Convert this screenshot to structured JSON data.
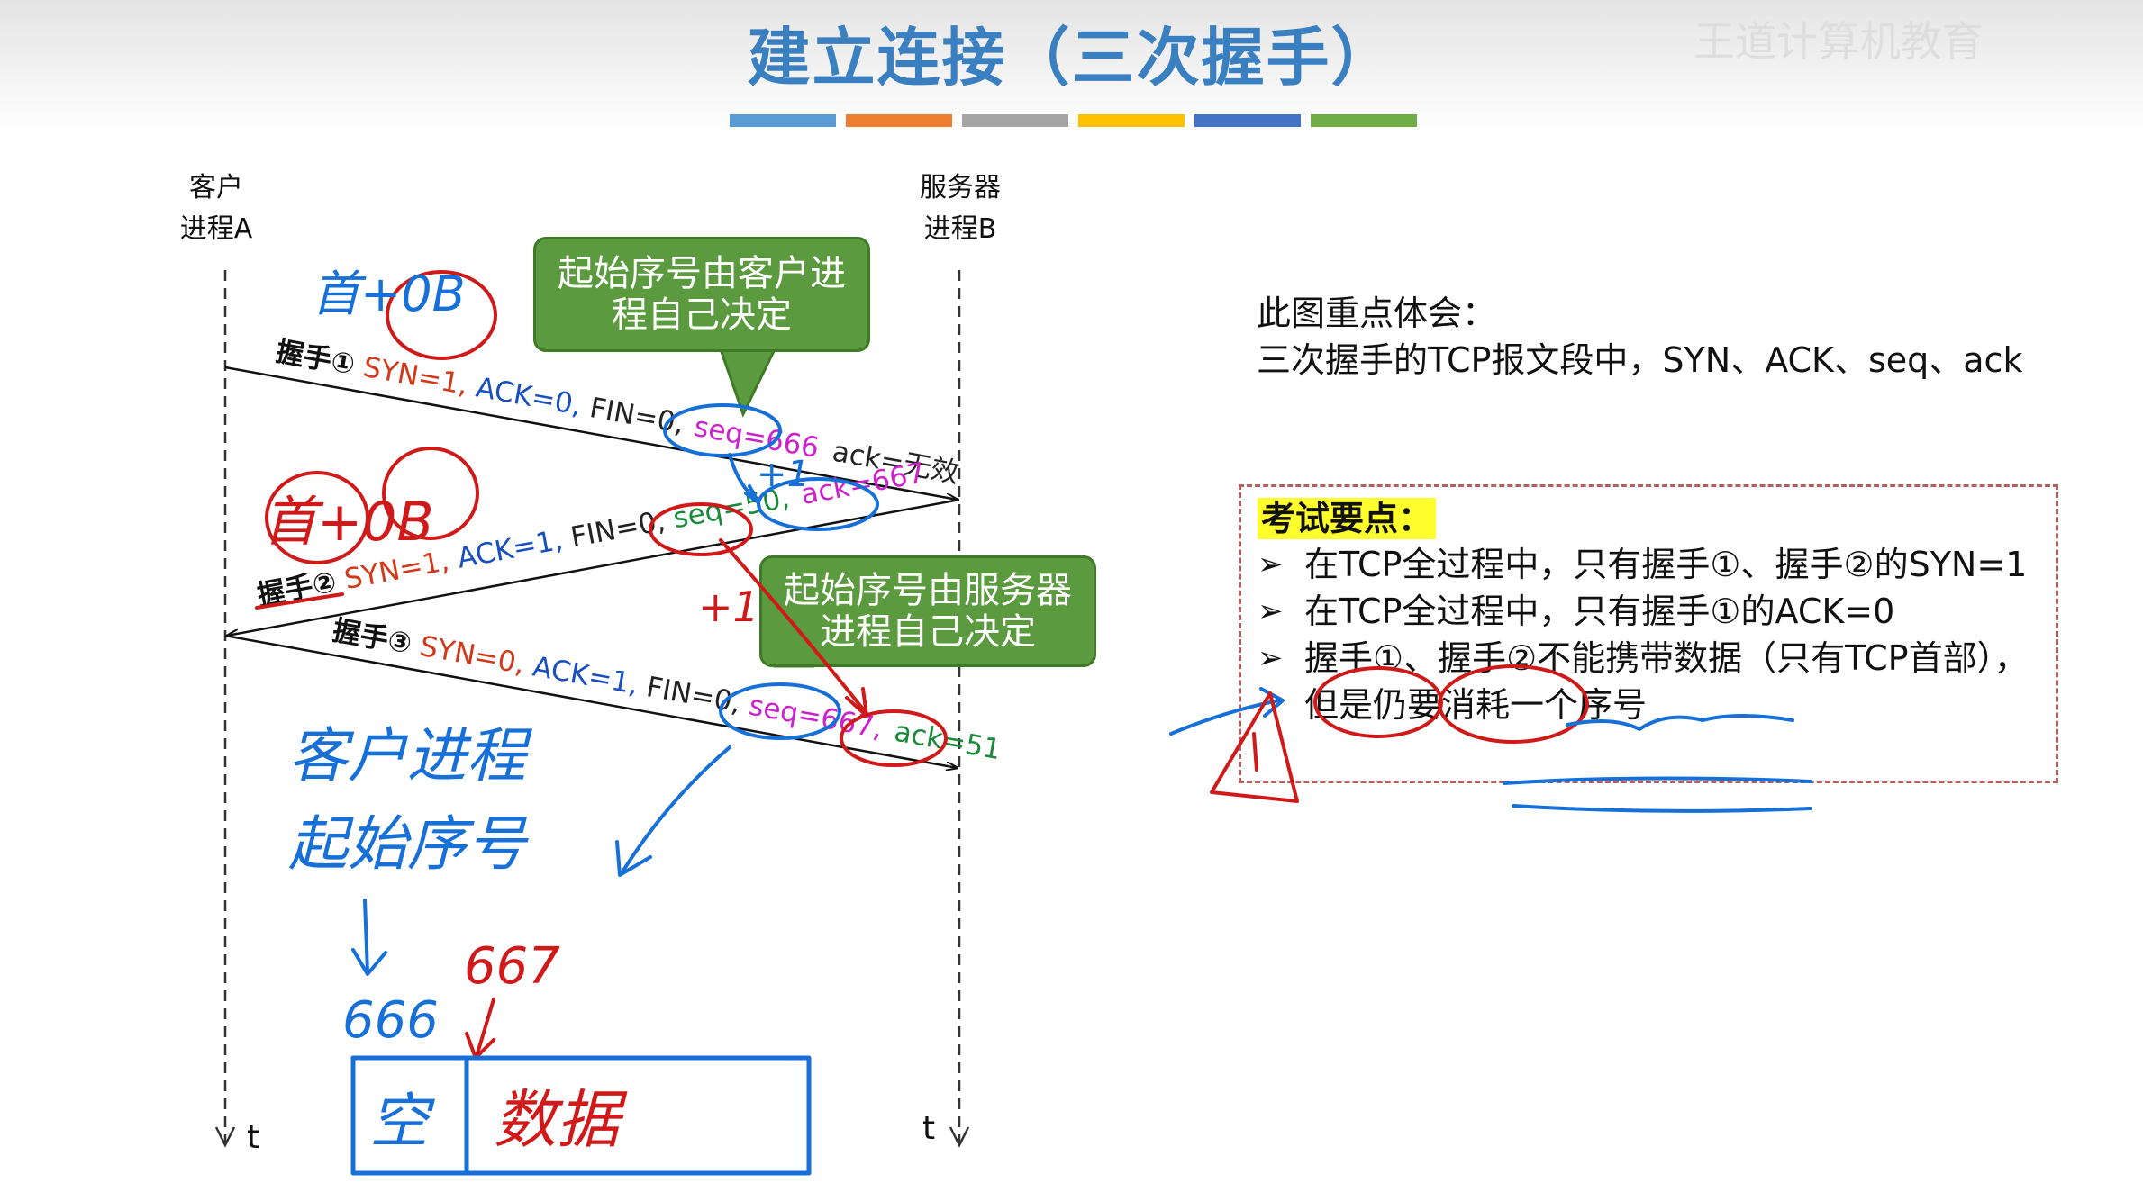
{
  "title": "建立连接（三次握手）",
  "watermark": "王道计算机教育",
  "accent_bars": [
    "#5b9bd5",
    "#ed7d31",
    "#a5a5a5",
    "#ffc000",
    "#4472c4",
    "#70ad47"
  ],
  "client": {
    "line1": "客户",
    "line2": "进程A",
    "time_label": "t"
  },
  "server": {
    "line1": "服务器",
    "line2": "进程B",
    "time_label": "t"
  },
  "handshakes": [
    {
      "label": "握手①",
      "syn": "SYN=1,",
      "ack": "ACK=0,",
      "fin": "FIN=0,",
      "seq": "seq=666",
      "ack_num": "ack=无效"
    },
    {
      "label": "握手②",
      "syn": "SYN=1,",
      "ack": "ACK=1,",
      "fin": "FIN=0,",
      "seq": "seq=50,",
      "ack_num": "ack=667"
    },
    {
      "label": "握手③",
      "syn": "SYN=0,",
      "ack": "ACK=1,",
      "fin": "FIN=0,",
      "seq": "seq=667,",
      "ack_num": "ack=51"
    }
  ],
  "callouts": {
    "client_isn": "起始序号由客户进程自己决定",
    "server_isn": "起始序号由服务器进程自己决定"
  },
  "note": {
    "line1": "此图重点体会：",
    "line2": "三次握手的TCP报文段中，SYN、ACK、seq、ack"
  },
  "exam": {
    "title": "考试要点：",
    "bullet_mark": "➢",
    "points": [
      "在TCP全过程中，只有握手①、握手②的SYN=1",
      "在TCP全过程中，只有握手①的ACK=0",
      "握手①、握手②不能携带数据（只有TCP首部），但是仍要消耗一个序号"
    ]
  },
  "handwriting": {
    "hs1_note": "首+0B",
    "hs2_note": "首+0B",
    "plus_one_a": "+1",
    "plus_one_b": "+1",
    "client_isn_l1": "客户进程",
    "client_isn_l2": "起始序号",
    "num_666": "666",
    "num_667": "667",
    "seg_header": "空",
    "seg_data": "数据"
  },
  "colors": {
    "syn": "#d03a1a",
    "ack_flag": "#1a4fc0",
    "seq": "#cc22cc",
    "ack_num": "#1a8a3a",
    "callout": "#5b9a3f",
    "ink_blue": "#1670d8",
    "ink_red": "#d01a1a"
  }
}
